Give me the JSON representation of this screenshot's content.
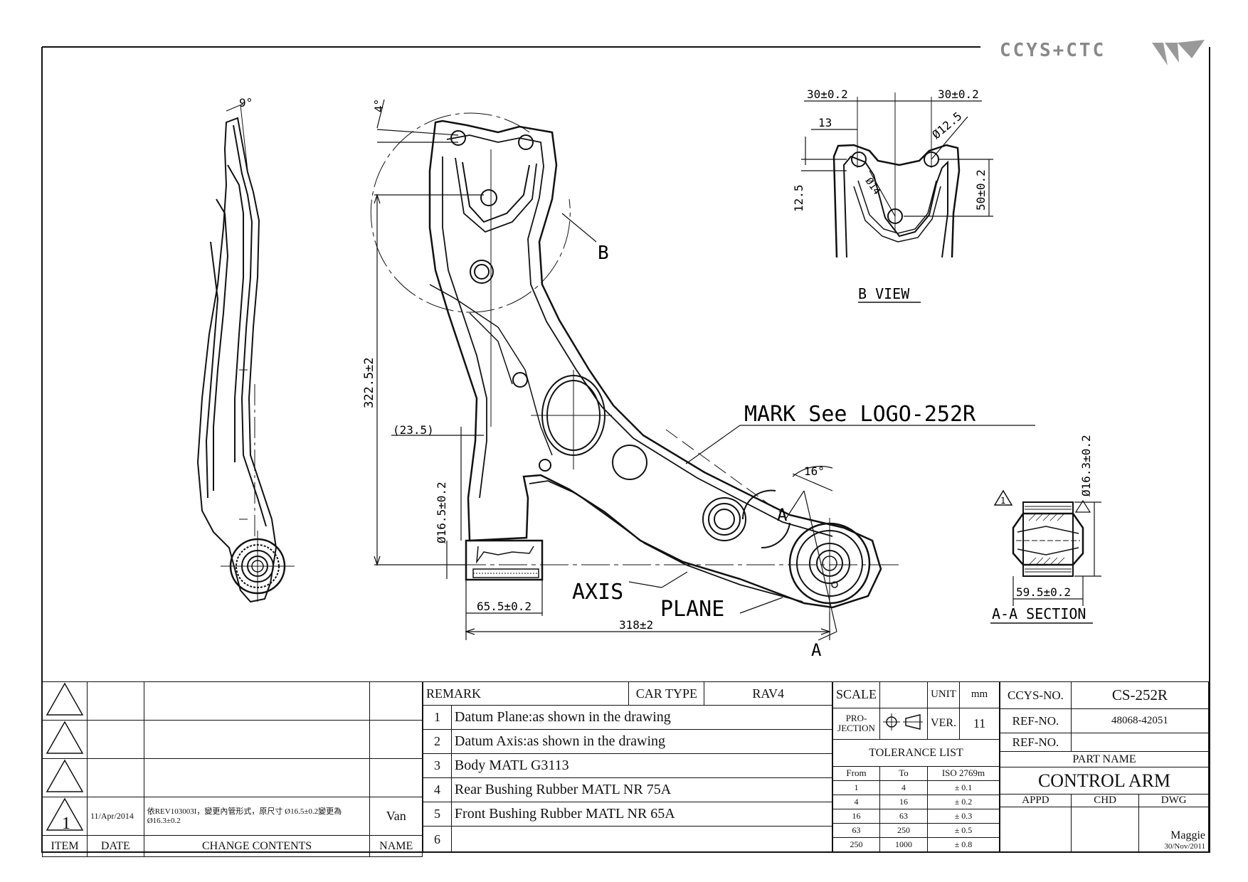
{
  "logo": {
    "text": "CCYS+CTC"
  },
  "labels": {
    "angle_top_side": "9°",
    "angle_top_main": "4°",
    "dim_height": "322.5±2",
    "dim_offset": "(23.5)",
    "dim_bushing_dia": "Ø16.5±0.2",
    "dim_bushing_len": "65.5±0.2",
    "dim_length": "318±2",
    "label_axis": "AXIS",
    "label_plane": "PLANE",
    "label_b": "B",
    "label_a1": "A",
    "label_a2": "A",
    "angle_16": "16°",
    "mark_note": "MARK See LOGO-252R",
    "bview_dim_left": "30±0.2",
    "bview_dim_right": "30±0.2",
    "bview_dim_13": "13",
    "bview_dim_125": "12.5",
    "bview_dim_phi125": "Ø12.5",
    "bview_dim_phi14": "Ø14",
    "bview_dim_50": "50±0.2",
    "bview_title": "B VIEW",
    "section_dia": "Ø16.3±0.2",
    "section_len": "59.5±0.2",
    "section_title": "A-A SECTION",
    "section_flag": "1"
  },
  "revision": {
    "rows": [
      {
        "item": "",
        "date": "",
        "content": "",
        "name": ""
      },
      {
        "item": "",
        "date": "",
        "content": "",
        "name": ""
      },
      {
        "item": "",
        "date": "",
        "content": "",
        "name": ""
      },
      {
        "item": "1",
        "date": "11/Apr/2014",
        "content_line1": "依REV103003I，變更內管形式，原尺寸 Ø16.5±0.2變更為",
        "content_line2": "Ø16.3±0.2",
        "name": "Van"
      }
    ],
    "header": {
      "item": "ITEM",
      "date": "DATE",
      "content": "CHANGE CONTENTS",
      "name": "NAME"
    }
  },
  "remarks": {
    "header": "REMARK",
    "car_type_label": "CAR TYPE",
    "car_type": "RAV4",
    "items": [
      {
        "no": "1",
        "text": "Datum Plane:as shown in the drawing"
      },
      {
        "no": "2",
        "text": "Datum Axis:as shown in the drawing"
      },
      {
        "no": "3",
        "text": "Body MATL G3113"
      },
      {
        "no": "4",
        "text": "Rear Bushing Rubber MATL NR 75A"
      },
      {
        "no": "5",
        "text": "Front Bushing Rubber MATL NR 65A"
      },
      {
        "no": "6",
        "text": ""
      }
    ]
  },
  "info": {
    "scale_label": "SCALE",
    "scale": "",
    "unit_label": "UNIT",
    "unit": "mm",
    "projection_label1": "PRO-",
    "projection_label2": "JECTION",
    "ver_label": "VER.",
    "ver": "11",
    "tolerance_title": "TOLERANCE LIST",
    "tol_head": {
      "from": "From",
      "to": "To",
      "iso": "ISO 2769m"
    },
    "tolerances": [
      {
        "from": "1",
        "to": "4",
        "tol": "± 0.1"
      },
      {
        "from": "4",
        "to": "16",
        "tol": "± 0.2"
      },
      {
        "from": "16",
        "to": "63",
        "tol": "± 0.3"
      },
      {
        "from": "63",
        "to": "250",
        "tol": "± 0.5"
      },
      {
        "from": "250",
        "to": "1000",
        "tol": "± 0.8"
      }
    ]
  },
  "part": {
    "ccys_label": "CCYS-NO.",
    "ccys_no": "CS-252R",
    "ref_label1": "REF-NO.",
    "ref_no1": "48068-42051",
    "ref_label2": "REF-NO.",
    "ref_no2": "",
    "part_name_label": "PART NAME",
    "part_name": "CONTROL ARM",
    "appd": "APPD",
    "chd": "CHD",
    "dwg": "DWG",
    "drawn_by": "Maggie",
    "drawn_date": "30/Nov/2011"
  }
}
